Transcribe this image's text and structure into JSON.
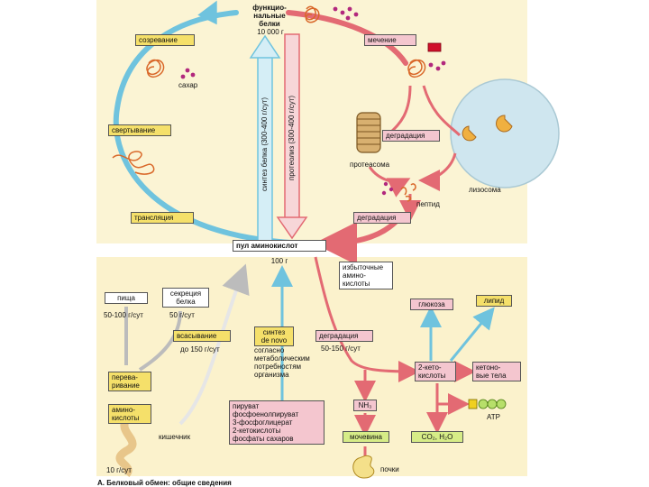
{
  "colors": {
    "top_band": "#fbf4d4",
    "bottom_band": "#fbf2cc",
    "blue_arrow": "#6fc3de",
    "blue_arrow_fill": "#d5eef6",
    "red_arrow": "#e36a73",
    "red_arrow_fill": "#f7d6d8",
    "box_yellow": "#f5e06a",
    "box_pink": "#f4c6cf",
    "box_green": "#d6ec87",
    "protein_orange": "#d9682a",
    "sugar_magenta": "#b2287d",
    "lysosome_blue": "#cfe6ef"
  },
  "labels": {
    "functional_proteins": "функцио-\nнальные\nбелки",
    "functional_mass": "10 000 г",
    "maturation": "созревание",
    "sugar": "сахар",
    "labeling": "мечение",
    "folding": "свертывание",
    "degradation_top": "деградация",
    "proteasome": "протеасома",
    "peptide": "пептид",
    "lysosome": "лизосома",
    "translation": "трансляция",
    "degradation_mid": "деградация",
    "amino_pool": "пул аминокислот",
    "pool_mass": "100 г",
    "synthesis_vertical": "синтез белка (300-400 г/сут)",
    "proteolysis_vertical": "протеолиз (300-400 г/сут)",
    "excess_amino": "избыточные\nамино-\nкислоты",
    "food": "пища",
    "food_rate": "50-100 г/сут",
    "secretion": "секреция\nбелка",
    "secretion_rate": "50 г/сут",
    "absorption": "всасывание",
    "absorption_rate": "до 150 г/сут",
    "synthesis_denovo": "синтез\nde novo",
    "denovo_note": "согласно\nметаболическим\nпотребностям\nорганизма",
    "degradation_bottom": "деградация",
    "degradation_rate": "50-150 г/сут",
    "digestion": "перева-\nривание",
    "amino_acids": "амино-\nкислоты",
    "intestine": "кишечник",
    "faeces_rate": "10 г/сут",
    "glucose": "глюкоза",
    "lipid": "липид",
    "keto_acids": "2-кето-\nкислоты",
    "ketone_bodies": "кетоно-\nвые тела",
    "atp": "ATP",
    "nh3": "NH₃",
    "urea": "мочевина",
    "co2_h2o": "CO₂, H₂O",
    "kidney": "почки",
    "precursors": "пируват\nфосфоенолпируват\n3-фосфоглицерат\n2-кетокислоты\nфосфаты сахаров",
    "caption": "А. Белковый обмен: общие сведения"
  }
}
